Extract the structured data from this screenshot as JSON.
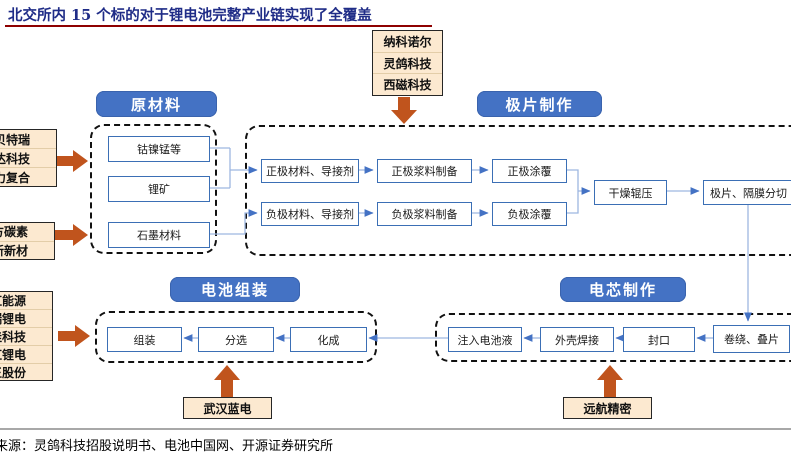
{
  "title": "北交所内 15 个标的对于锂电池完整产业链实现了全覆盖",
  "source_note": "来源：灵鸽科技招股说明书、电池中国网、开源证券研究所",
  "colors": {
    "header_blue": "#4472C4",
    "process_border_blue": "#3B6FB5",
    "connector_blue": "#9DB6E0",
    "arrowhead_blue": "#4472C4",
    "block_arrow_orange": "#C0541D",
    "company_bg_cream": "#FCE9D0",
    "title_navy": "#1F2C87",
    "underline_red": "#8E0000"
  },
  "sections": {
    "raw_materials": {
      "label": "原材料",
      "boxes": [
        "钴镍锰等",
        "锂矿",
        "石墨材料"
      ]
    },
    "electrode_making": {
      "label": "极片制作",
      "cathode_row": [
        "正极材料、导接剂",
        "正极浆料制备",
        "正极涂覆"
      ],
      "anode_row": [
        "负极材料、导接剂",
        "负极浆料制备",
        "负极涂覆"
      ],
      "shared_row": [
        "干燥辊压",
        "极片、隔膜分切"
      ]
    },
    "battery_assembly": {
      "label": "电池组装",
      "boxes": [
        "组装",
        "分选",
        "化成"
      ]
    },
    "cell_making": {
      "label": "电芯制作",
      "boxes": [
        "注入电池液",
        "外壳焊接",
        "封口",
        "卷绕、叠片"
      ]
    }
  },
  "companies": {
    "top_equipment": [
      "纳科诺尔",
      "灵鸽科技",
      "西磁科技"
    ],
    "left_upper": [
      "贝特瑞",
      "达科技",
      "力复合"
    ],
    "left_middle": [
      "方碳素",
      "新新材"
    ],
    "left_lower": [
      "虹能源",
      "瑞锂电",
      "佳科技",
      "虹锂电",
      "王股份"
    ],
    "bottom_assembly": "武汉蓝电",
    "bottom_cell": "远航精密"
  }
}
